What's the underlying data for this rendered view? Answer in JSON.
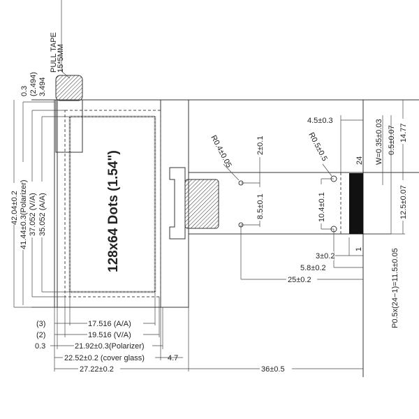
{
  "title": "128x64 Dots (1.54\")",
  "pull_tape": {
    "line1": "PULL TAPE",
    "line2": "15*5MM"
  },
  "left_dims": {
    "d1": "0.3",
    "d2": "(2.494)",
    "d3": "3.494",
    "d4": "42.04±0.2",
    "d5": "41.44±0.3(Polarizer)",
    "d6": "37.052  (V/A)",
    "d7": "35.052  (A/A)"
  },
  "bottom_dims": {
    "aa": "17.516  (A/A)",
    "aa_side": "(3)",
    "va": "19.516  (V/A)",
    "va_side": "(2)",
    "pol": "21.92±0.3(Polarizer)",
    "pol_side": "0.3",
    "cg": "22.52±0.2  (cover glass)",
    "cg_side": "4.7",
    "total": "27.22±0.2",
    "fpc_len": "36±0.5"
  },
  "fpc_dims": {
    "r1": "R0.4±0.05",
    "r2": "R0.5±0.5",
    "h1": "2±0.1",
    "h2": "8.5±0.1",
    "h3": "10.4±0.1",
    "w1": "4.5±0.3",
    "pins": "24",
    "pin1": "1",
    "w": "W=0.35±0.03",
    "p": "0.5±0.07",
    "total_w": "14.77",
    "w2": "12.5±0.07",
    "pitch": "P0.5x(24−1)=11.5±0.05",
    "d3": "3±0.2",
    "d58": "5.8±0.2",
    "d25": "25±0.2"
  }
}
